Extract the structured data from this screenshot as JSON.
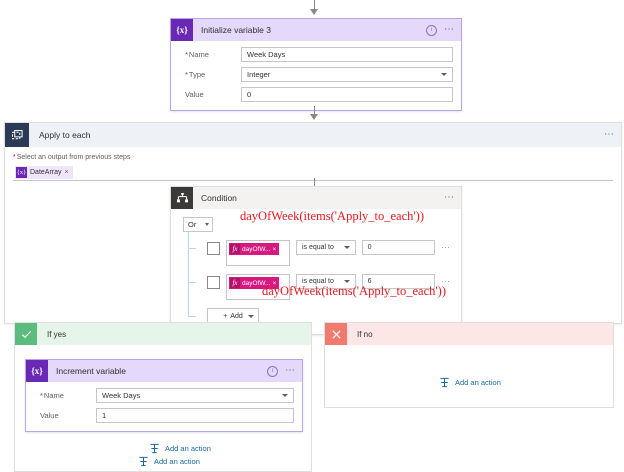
{
  "flow": {
    "init_variable_card": {
      "icon": "variable-braces-icon",
      "title": "Initialize variable 3",
      "info_icon": "info-icon",
      "menu_icon": "ellipsis-icon",
      "fields": [
        {
          "label": "Name",
          "required": true,
          "value": "Week Days",
          "control": "text"
        },
        {
          "label": "Type",
          "required": true,
          "value": "Integer",
          "control": "select"
        },
        {
          "label": "Value",
          "required": false,
          "value": "0",
          "control": "text"
        }
      ]
    },
    "apply_to_each": {
      "icon": "foreach-loop-icon",
      "title": "Apply to each",
      "menu_icon": "ellipsis-icon",
      "input_label": "Select an output from previous steps",
      "input_required": true,
      "token": {
        "icon": "variable-braces-icon",
        "label": "DateArray",
        "remove": "×"
      }
    },
    "condition_card": {
      "icon": "condition-branch-icon",
      "title": "Condition",
      "menu_icon": "ellipsis-icon",
      "logic_operator": "Or",
      "rows": [
        {
          "expression": "dayOfW...",
          "expression_remove": "×",
          "operator": "is equal to",
          "value": "0",
          "row_menu": "ellipsis-icon"
        },
        {
          "expression": "dayOfW...",
          "expression_remove": "×",
          "operator": "is equal to",
          "value": "6",
          "row_menu": "ellipsis-icon"
        }
      ],
      "add_button": "Add"
    },
    "if_yes": {
      "icon": "checkmark-icon",
      "title": "If yes",
      "action_card": {
        "icon": "variable-braces-icon",
        "title": "Increment variable",
        "info_icon": "info-icon",
        "menu_icon": "ellipsis-icon",
        "fields": [
          {
            "label": "Name",
            "required": true,
            "value": "Week Days",
            "control": "select"
          },
          {
            "label": "Value",
            "required": false,
            "value": "1",
            "control": "text"
          }
        ]
      },
      "add_action": "Add an action"
    },
    "if_no": {
      "icon": "close-x-icon",
      "title": "If no",
      "add_action": "Add an action"
    },
    "bottom_add_action": "Add an action",
    "annotations": [
      {
        "text": "dayOfWeek(items('Apply_to_each'))"
      },
      {
        "text": "dayOfWeek(items('Apply_to_each'))"
      }
    ]
  },
  "colors": {
    "variable_purple": "#6a29b5",
    "variable_purple_light": "#e4d8fb",
    "expression_pink": "#d6187f",
    "yes_green": "#5bbd7d",
    "no_red": "#f07a6e",
    "annotation_red": "#e8151b",
    "link_blue": "#17699e"
  }
}
